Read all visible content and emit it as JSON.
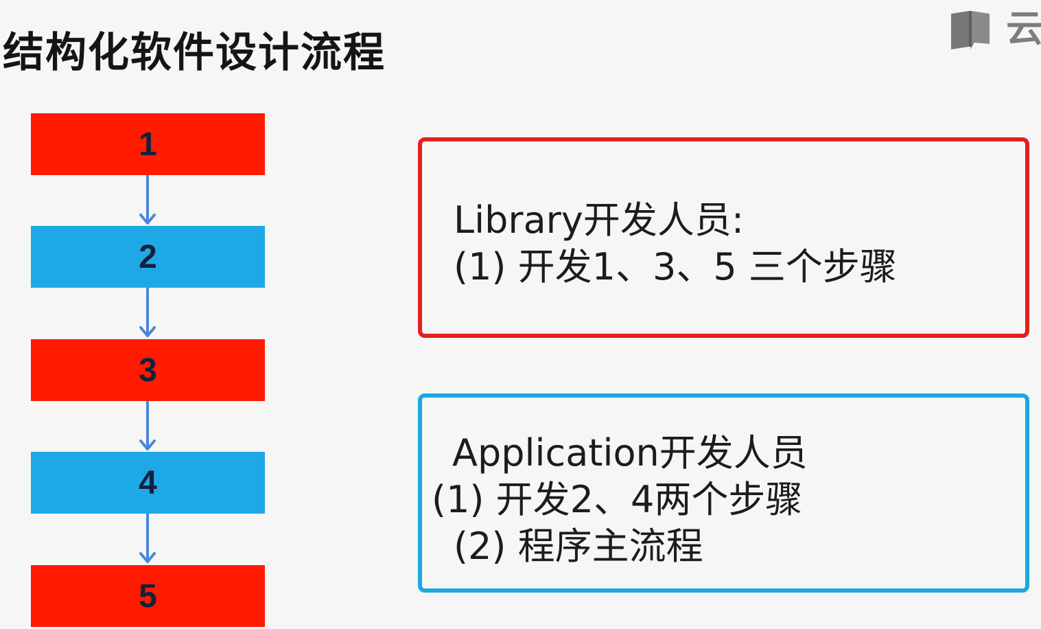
{
  "title": "结构化软件设计流程",
  "logo": {
    "text": "云",
    "icon": "book-icon"
  },
  "flow": {
    "steps": [
      {
        "label": "1",
        "color": "#ff1a00"
      },
      {
        "label": "2",
        "color": "#1fa8e6"
      },
      {
        "label": "3",
        "color": "#ff1a00"
      },
      {
        "label": "4",
        "color": "#1fa8e6"
      },
      {
        "label": "5",
        "color": "#ff1a00"
      }
    ],
    "arrow_color": "#4a86d8"
  },
  "library_panel": {
    "border_color": "#e3201d",
    "heading": "Library开发人员:",
    "item1": "(1) 开发1、3、5 三个步骤"
  },
  "application_panel": {
    "border_color": "#1aa9e0",
    "heading": "Application开发人员",
    "item1": "(1) 开发2、4两个步骤",
    "item2": "(2) 程序主流程"
  }
}
